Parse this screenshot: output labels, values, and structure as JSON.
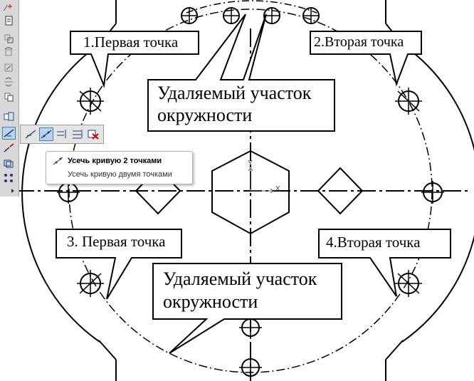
{
  "tooltip": {
    "title": "Усечь кривую 2 точками",
    "description": "Усечь кривую двумя точками"
  },
  "callouts": {
    "c1": "1.Первая точка",
    "c2": "2.Вторая точка",
    "c3": "3. Первая точка",
    "c4": "4.Вторая точка",
    "removed_top_l1": "Удаляемый участок",
    "removed_top_l2": "окружности",
    "removed_bottom_l1": "Удаляемый участок",
    "removed_bottom_l2": "окружности"
  },
  "axes": {
    "x": "X",
    "y": "Y"
  },
  "toolbar": {
    "items": [
      "segment-icon",
      "table-icon",
      "move-icon",
      "rotate-icon",
      "scale-icon",
      "symmetry-icon",
      "copy-icon",
      "deform-icon",
      "trim-curve-icon",
      "break-icon",
      "offset-icon",
      "array-icon",
      "expand-icon"
    ]
  },
  "subbar": {
    "items": [
      "trim-curve-icon",
      "trim-curve-2points-icon",
      "extend-to-object-icon",
      "align-by-segment-icon",
      "delete-part-icon"
    ]
  },
  "colors": {
    "active": "#b9d4ee",
    "toolbar_bg": "#d8d8d8",
    "line": "#000000",
    "delete_red": "#cc0000"
  }
}
